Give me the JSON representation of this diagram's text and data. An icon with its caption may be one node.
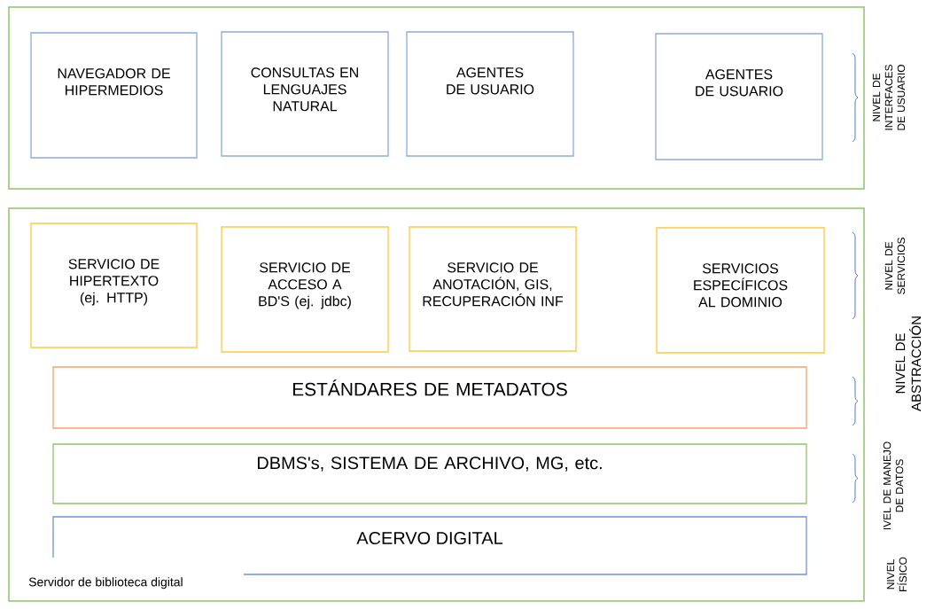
{
  "diagram": {
    "nodes": [
      {
        "text": [],
        "shape": "box"
      },
      {
        "text": [
          "NAVEGADOR DE HIPERMEDIOS"
        ],
        "in": 0
      },
      {
        "text": [
          "CONSULTAS EN LENGUAJES NATURAL"
        ],
        "in": 0
      },
      {
        "text": [
          "AGENTES DE USUARIO"
        ],
        "in": 0
      },
      {
        "text": [
          "AGENTES DE USUARIO"
        ],
        "in": 0
      },
      {
        "text": [
          "Servidor de biblioteca digital"
        ]
      },
      {
        "text": [
          "SERVICIO DE HIPERTEXTO (ej. HTTP)"
        ],
        "in": 5
      },
      {
        "text": [
          "SERVICIO DE ACCESO A BD'S (ej. jdbc)"
        ],
        "in": 5
      },
      {
        "text": [
          "SERVICIO DE ANOTACIÓN, GIS, RECUPERACIÓN INF"
        ],
        "in": 5
      },
      {
        "text": [
          "SERVICIOS ESPECÍFICOS AL DOMINIO"
        ],
        "in": 5
      },
      {
        "text": [
          "ESTÁNDARES DE METADATOS"
        ],
        "in": 5
      },
      {
        "text": [
          "DBMS's, SISTEMA DE ARCHIVO, MG, etc."
        ],
        "in": 5
      },
      {
        "text": [
          "ACERVO DIGITAL"
        ],
        "in": 5
      }
    ],
    "labels": [
      "NIVEL DE INTERFACES DE USUARIO",
      "NIVEL DE SERVICIOS",
      "NIVEL DE ABSTRACCIÓN",
      "IVEL DE MANEJO DE DATOS",
      "NIVEL FÍSICO"
    ]
  }
}
